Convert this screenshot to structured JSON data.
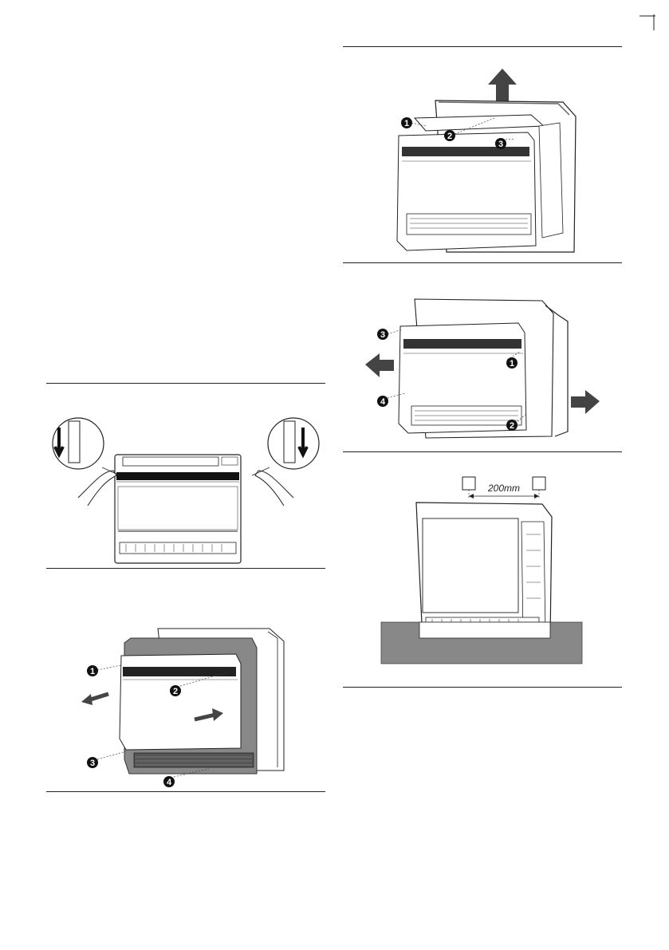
{
  "page": {
    "background": "#ffffff",
    "line_color": "#222222"
  },
  "callout_style": {
    "fill": "#111111",
    "text_color": "#ffffff"
  },
  "figures": {
    "hands_release": {
      "icon": "hands-push-down-latch"
    },
    "remove_front_panel": {
      "callouts": [
        "1",
        "2",
        "3",
        "4"
      ],
      "arrows": [
        "pull-left",
        "pull-right-down"
      ]
    },
    "lift_top_panel": {
      "callouts": [
        "1",
        "2",
        "3"
      ],
      "arrows": [
        "up"
      ]
    },
    "remove_side_panels": {
      "callouts": [
        "3",
        "1",
        "4",
        "2"
      ],
      "arrows": [
        "left",
        "right"
      ]
    },
    "wall_mount": {
      "dimension_label": "200mm"
    }
  }
}
